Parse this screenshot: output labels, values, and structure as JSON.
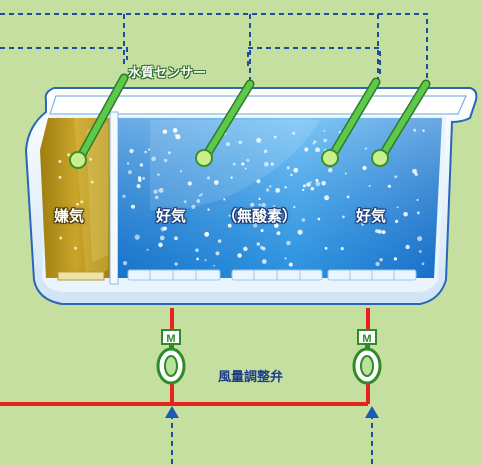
{
  "labels": {
    "water_quality_sensor": "水質センサー",
    "anaerobic": "嫌気",
    "aerobic_left": "好気",
    "anoxic": "（無酸素）",
    "aerobic_right": "好気",
    "air_valve": "風量調整弁",
    "motor_left": "M",
    "motor_right": "M"
  },
  "colors": {
    "background": "#c5dfa0",
    "air_pipe": "#e8231f",
    "signal_line": "#1d4f9e",
    "anaerobic_zone": "#b8961a",
    "aerobic_water": "#1f8ee0",
    "sensor_rod": "#4fc23a"
  }
}
